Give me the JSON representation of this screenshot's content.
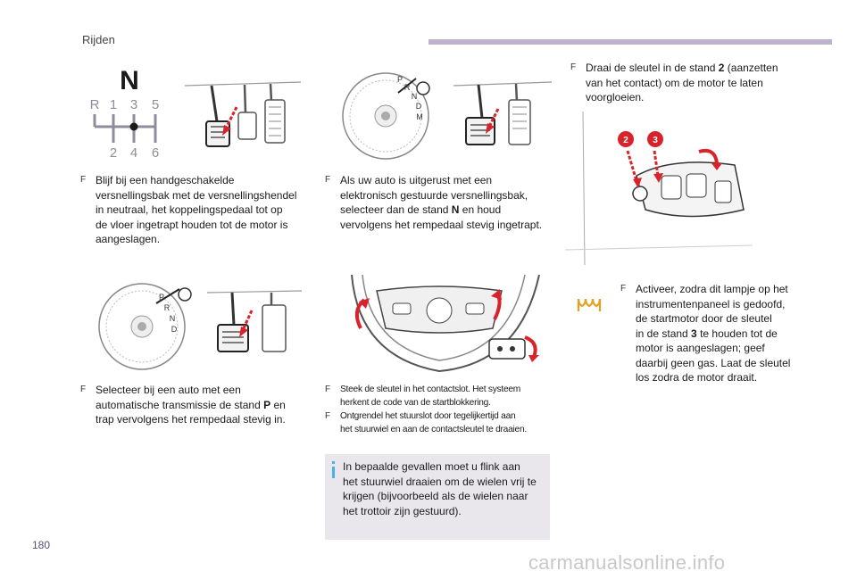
{
  "header": {
    "section_title": "Rijden"
  },
  "footer": {
    "page_number": "180",
    "watermark": "carmanualsonline.info"
  },
  "figures": {
    "gearbox_diagram": {
      "neutral_letter": "N",
      "top_row": [
        "R",
        "1",
        "3",
        "5"
      ],
      "bottom_row": [
        "2",
        "4",
        "6"
      ]
    },
    "auto_dial_n": {
      "letters": [
        "P",
        "R",
        "N",
        "D",
        "M"
      ]
    },
    "auto_dial_p": {
      "letters": [
        "P",
        "R",
        "N",
        "D"
      ]
    },
    "key_step_labels": [
      "2",
      "3"
    ]
  },
  "paragraphs": {
    "manual_gearbox": {
      "bullet": "F",
      "lines": [
        "Blijf bij een handgeschakelde",
        "versnellingsbak met de versnellingshendel",
        "in neutraal, het koppelingspedaal tot op",
        "de vloer ingetrapt houden tot de motor is",
        "aangeslagen."
      ]
    },
    "electronic_gearbox": {
      "bullet": "F",
      "lines": [
        "Als uw auto is uitgerust met een",
        "elektronisch gestuurde versnellingsbak,",
        "selecteer dan de stand N en houd",
        "vervolgens het rempedaal stevig ingetrapt."
      ]
    },
    "automatic_gearbox": {
      "bullet": "F",
      "lines": [
        "Selecteer bij een auto met een",
        "automatische transmissie de stand P en",
        "trap vervolgens het rempedaal stevig in."
      ]
    },
    "insert_key": {
      "bullet": "F",
      "lines": [
        "Steek de sleutel in het contactslot. Het systeem",
        "herkent de code van de startblokkering."
      ]
    },
    "unlock_steering": {
      "bullet": "F",
      "lines": [
        "Ontgrendel het stuurslot door tegelijkertijd aan",
        "het stuurwiel en aan de contactsleutel te draaien."
      ]
    },
    "turn_key": {
      "bullet": "F",
      "lines": [
        "Draai de sleutel in de stand 2 (aanzetten",
        "van het contact) om de motor te laten",
        "voorgloeien."
      ]
    },
    "activate_starter": {
      "bullet": "F",
      "lines": [
        "Activeer, zodra dit lampje op het",
        "instrumentenpaneel is gedoofd,",
        "de startmotor door de sleutel",
        "in de stand 3 te houden tot de",
        "motor is aangeslagen; geef",
        "daarbij geen gas. Laat de sleutel",
        "los zodra de motor draait."
      ]
    }
  },
  "info_box": {
    "lines": [
      "In bepaalde gevallen moet u flink aan",
      "het stuurwiel draaien om de wielen vrij te",
      "krijgen (bijvoorbeeld als de wielen naar",
      "het trottoir zijn gestuurd)."
    ]
  },
  "colors": {
    "accent_purple": "#5a4d77",
    "info_blue": "#4ab3e3",
    "arrow_red": "#d8232a",
    "glow_plug_icon": "#e8a020"
  }
}
